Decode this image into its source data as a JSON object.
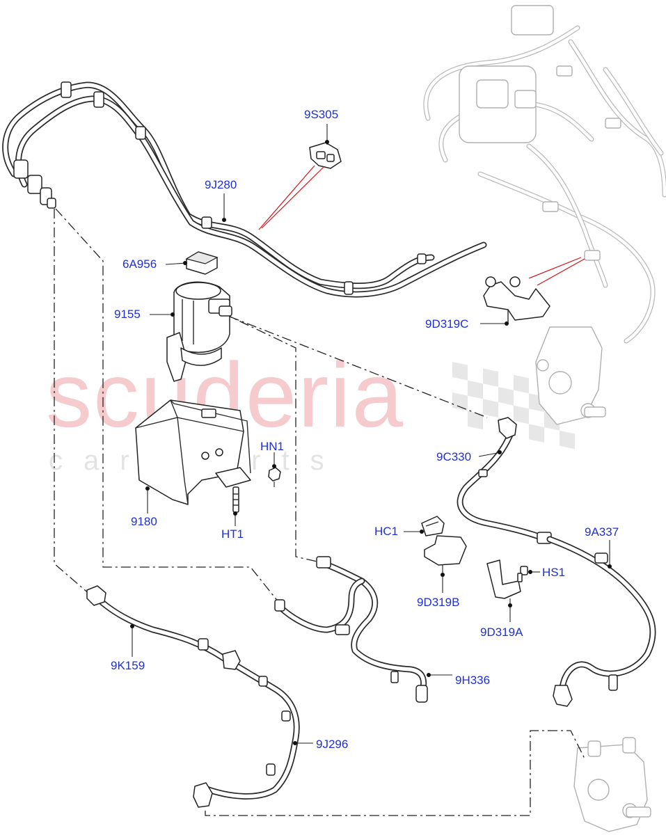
{
  "watermark": {
    "main": "scuderia",
    "sub": "car parts"
  },
  "colors": {
    "label_blue": "#1f2fd6",
    "leader_red": "#d3131b",
    "watermark_red": "#f4c6c8",
    "line_dark": "#2b2b2b",
    "ghost_grey": "#b9b9b9"
  },
  "parts": {
    "p_9S305": "9S305",
    "p_9J280": "9J280",
    "p_6A956": "6A956",
    "p_9155": "9155",
    "p_9D319C": "9D319C",
    "p_9C330": "9C330",
    "p_HN1": "HN1",
    "p_9180": "9180",
    "p_HT1": "HT1",
    "p_HC1": "HC1",
    "p_9A337": "9A337",
    "p_HS1": "HS1",
    "p_9D319B": "9D319B",
    "p_9D319A": "9D319A",
    "p_9K159": "9K159",
    "p_9H336": "9H336",
    "p_9J296": "9J296"
  }
}
